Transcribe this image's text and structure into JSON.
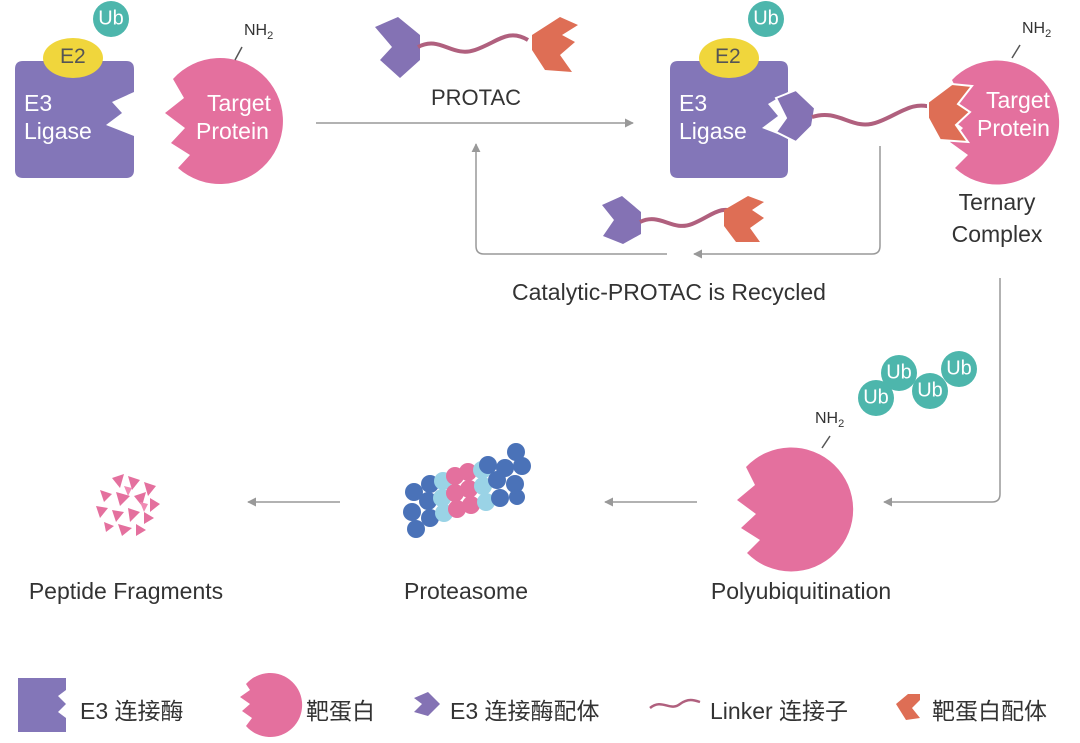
{
  "colors": {
    "e3_ligase": "#8376B8",
    "target_protein": "#E4709E",
    "e2": "#F0D63C",
    "ubiquitin": "#4DB6AC",
    "warhead_e3": "#8472B4",
    "warhead_target": "#DE6E55",
    "linker": "#B0607E",
    "arrow": "#999999",
    "proteasome_blue": "#4A72B8",
    "proteasome_light": "#9AD3E6",
    "proteasome_pink": "#E4709E"
  },
  "top_left": {
    "e2_label": "E2",
    "ub_label": "Ub",
    "e3_line1": "E3",
    "e3_line2": "Ligase",
    "target_line1": "Target",
    "target_line2": "Protein",
    "nh2_main": "NH",
    "nh2_sub": "2"
  },
  "protac_label": "PROTAC",
  "ternary": {
    "e2_label": "E2",
    "ub_label": "Ub",
    "e3_line1": "E3",
    "e3_line2": "Ligase",
    "target_line1": "Target",
    "target_line2": "Protein",
    "nh2_main": "NH",
    "nh2_sub": "2",
    "caption_line1": "Ternary",
    "caption_line2": "Complex"
  },
  "recycled_label": "Catalytic-PROTAC is Recycled",
  "polyub": {
    "ub_labels": [
      "Ub",
      "Ub",
      "Ub",
      "Ub"
    ],
    "nh2_main": "NH",
    "nh2_sub": "2",
    "caption": "Polyubiquitination"
  },
  "proteasome_label": "Proteasome",
  "fragments_label": "Peptide Fragments",
  "legend": [
    {
      "icon": "e3-ligase-icon",
      "label": "E3 连接酶"
    },
    {
      "icon": "target-protein-icon",
      "label": "靶蛋白"
    },
    {
      "icon": "e3-ligand-icon",
      "label": "E3 连接酶配体"
    },
    {
      "icon": "linker-icon",
      "label": "Linker 连接子"
    },
    {
      "icon": "target-ligand-icon",
      "label": "靶蛋白配体"
    }
  ]
}
